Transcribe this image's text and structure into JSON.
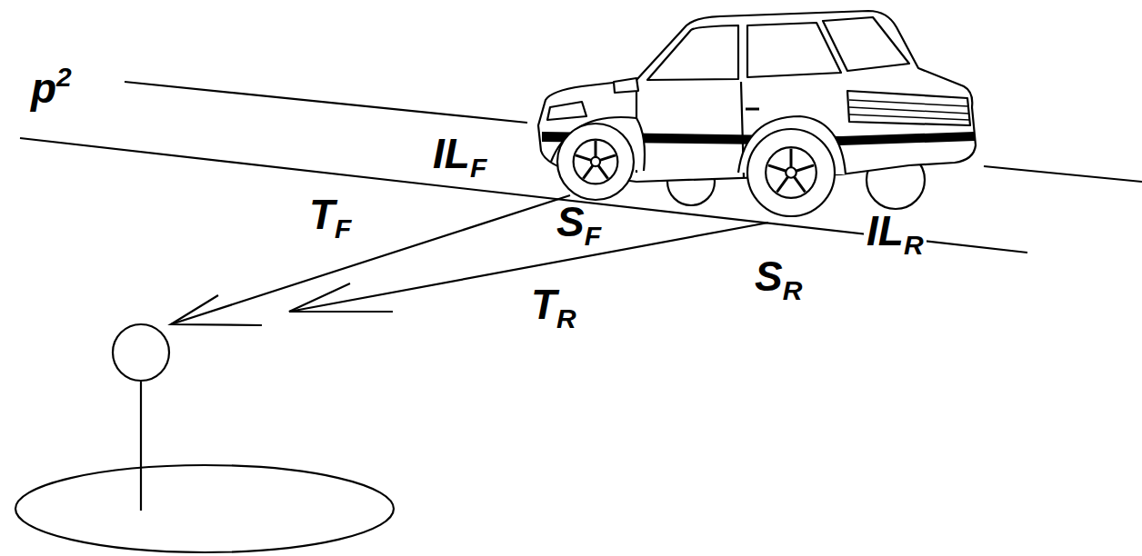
{
  "diagram": {
    "labels": [
      "ILF",
      "TF",
      "SF",
      "ILR",
      "SR",
      "p2",
      "TR"
    ]
  }
}
